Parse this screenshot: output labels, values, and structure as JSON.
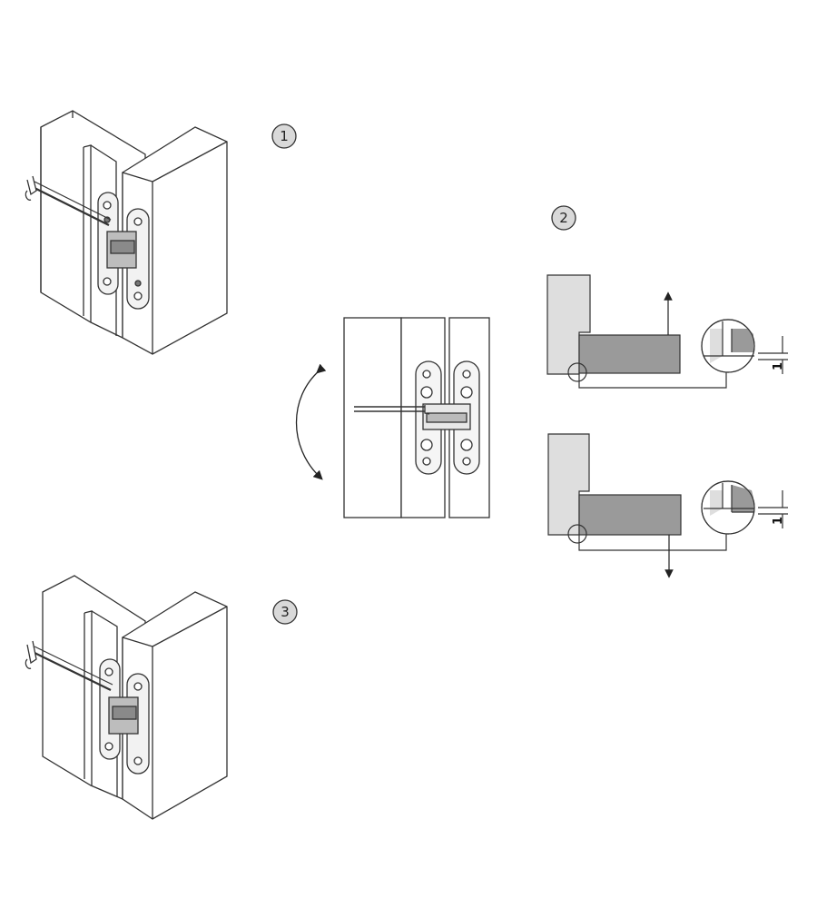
{
  "steps": {
    "step1": {
      "number": "1"
    },
    "step2": {
      "number": "2"
    },
    "step3": {
      "number": "3"
    }
  },
  "adjustment": {
    "top_dimension": "1",
    "bottom_dimension": "1"
  },
  "colors": {
    "line": "#333333",
    "door_panel": "#9a9a9a",
    "frame_panel": "#dedede",
    "badge_fill": "#d9d9d9",
    "hinge_dark": "#6a6a6a"
  }
}
